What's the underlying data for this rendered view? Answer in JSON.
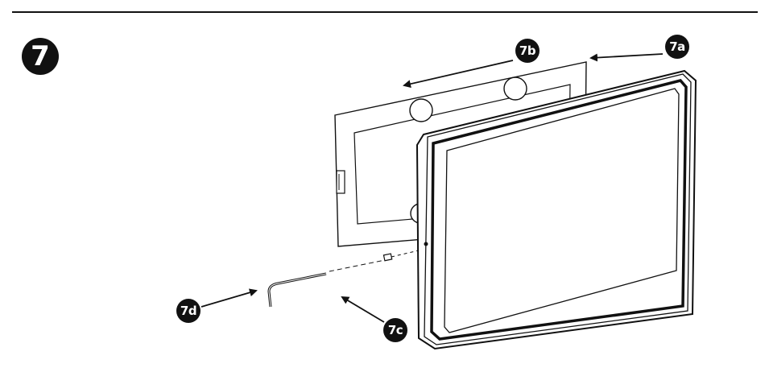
{
  "step": {
    "number": "7"
  },
  "callouts": {
    "tablet": "7a",
    "plate": "7b",
    "screw": "7c",
    "key": "7d"
  }
}
